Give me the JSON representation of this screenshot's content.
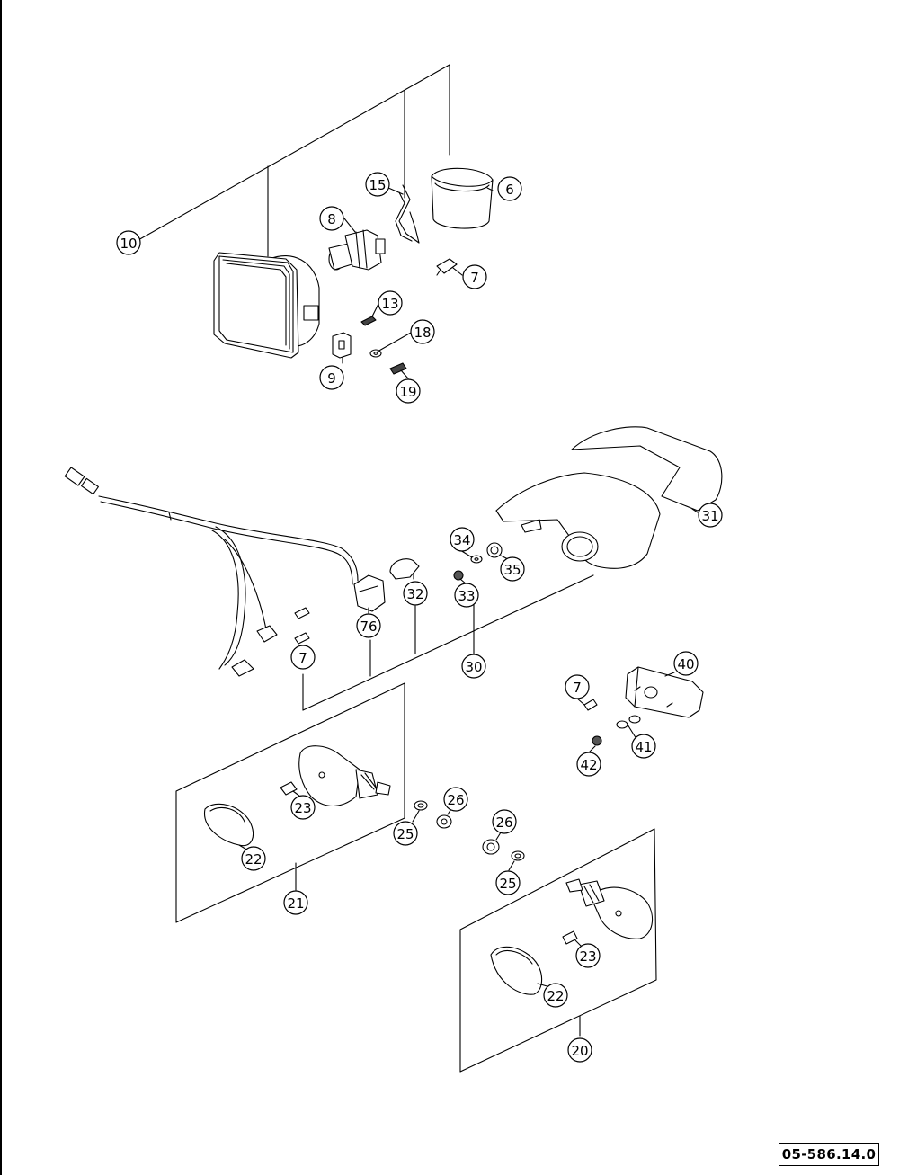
{
  "diagram_code": "05-586.14.0",
  "callouts": {
    "c10": "10",
    "c15": "15",
    "c6": "6",
    "c8": "8",
    "c7a": "7",
    "c13": "13",
    "c18": "18",
    "c9": "9",
    "c19": "19",
    "c31": "31",
    "c34": "34",
    "c35": "35",
    "c33": "33",
    "c32": "32",
    "c76": "76",
    "c7b": "7",
    "c30": "30",
    "c40": "40",
    "c7c": "7",
    "c41": "41",
    "c42": "42",
    "c23a": "23",
    "c26a": "26",
    "c26b": "26",
    "c25a": "25",
    "c22a": "22",
    "c25b": "25",
    "c21": "21",
    "c23b": "23",
    "c22b": "22",
    "c20": "20"
  }
}
